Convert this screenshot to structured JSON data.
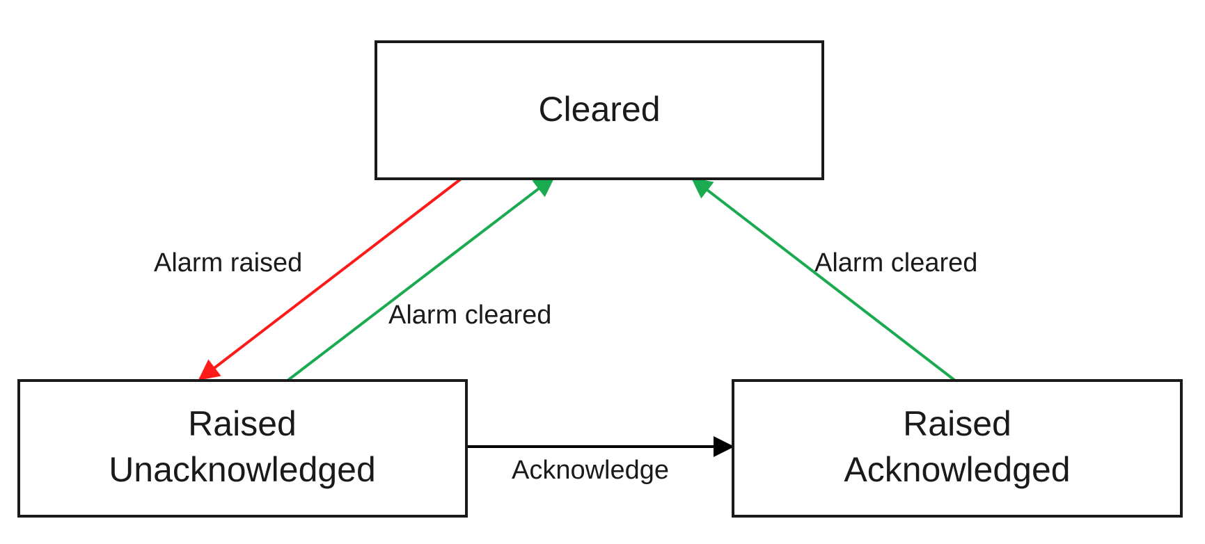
{
  "states": {
    "cleared": {
      "label": "Cleared"
    },
    "raised_unack": {
      "line1": "Raised",
      "line2": "Unacknowledged"
    },
    "raised_ack": {
      "line1": "Raised",
      "line2": "Acknowledged"
    }
  },
  "transitions": {
    "alarm_raised": {
      "label": "Alarm raised",
      "color": "#ff1a1a"
    },
    "unack_cleared": {
      "label": "Alarm cleared",
      "color": "#1aaa50"
    },
    "ack_cleared": {
      "label": "Alarm cleared",
      "color": "#1aaa50"
    },
    "acknowledge": {
      "label": "Acknowledge",
      "color": "#000000"
    }
  }
}
